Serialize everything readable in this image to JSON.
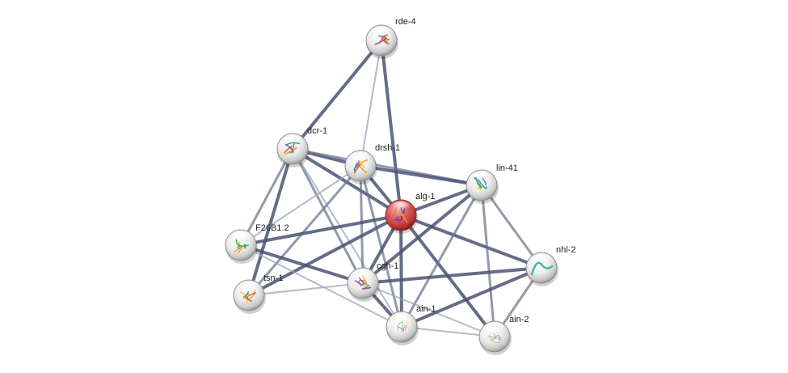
{
  "diagram": {
    "type": "protein-interaction-network",
    "query_node": "alg-1",
    "colors": {
      "edge_strong": "#4a5272",
      "edge_weak": "#9ea3b8",
      "query_node": "#c0393b",
      "node": "#e8e8e8"
    },
    "nodes": [
      {
        "id": "rde-4",
        "label": "rde-4",
        "query": false,
        "structure": "helix-sheet"
      },
      {
        "id": "dcr-1",
        "label": "dcr-1",
        "query": false,
        "structure": "large-complex"
      },
      {
        "id": "drsh-1",
        "label": "drsh-1",
        "query": false,
        "structure": "large-complex"
      },
      {
        "id": "alg-1",
        "label": "alg-1",
        "query": true,
        "structure": "complex"
      },
      {
        "id": "lin-41",
        "label": "lin-41",
        "query": false,
        "structure": "beta-propeller"
      },
      {
        "id": "F26B1.2",
        "label": "F26B1.2",
        "query": false,
        "structure": "helix-sheet"
      },
      {
        "id": "tsn-1",
        "label": "tsn-1",
        "query": false,
        "structure": "beta-barrel"
      },
      {
        "id": "cgh-1",
        "label": "cgh-1",
        "query": false,
        "structure": "helicase"
      },
      {
        "id": "ain-1",
        "label": "ain-1",
        "query": false,
        "structure": "disordered"
      },
      {
        "id": "ain-2",
        "label": "ain-2",
        "query": false,
        "structure": "disordered"
      },
      {
        "id": "nhl-2",
        "label": "nhl-2",
        "query": false,
        "structure": "single-helix"
      }
    ],
    "edges": [
      {
        "source": "rde-4",
        "target": "dcr-1",
        "strength": "strong"
      },
      {
        "source": "rde-4",
        "target": "drsh-1",
        "strength": "weak"
      },
      {
        "source": "rde-4",
        "target": "alg-1",
        "strength": "strong"
      },
      {
        "source": "dcr-1",
        "target": "drsh-1",
        "strength": "strong"
      },
      {
        "source": "dcr-1",
        "target": "alg-1",
        "strength": "strong"
      },
      {
        "source": "dcr-1",
        "target": "lin-41",
        "strength": "medium"
      },
      {
        "source": "dcr-1",
        "target": "F26B1.2",
        "strength": "medium"
      },
      {
        "source": "dcr-1",
        "target": "tsn-1",
        "strength": "strong"
      },
      {
        "source": "dcr-1",
        "target": "cgh-1",
        "strength": "medium"
      },
      {
        "source": "dcr-1",
        "target": "ain-1",
        "strength": "weak"
      },
      {
        "source": "drsh-1",
        "target": "alg-1",
        "strength": "strong"
      },
      {
        "source": "drsh-1",
        "target": "lin-41",
        "strength": "strong"
      },
      {
        "source": "drsh-1",
        "target": "F26B1.2",
        "strength": "weak"
      },
      {
        "source": "drsh-1",
        "target": "tsn-1",
        "strength": "medium"
      },
      {
        "source": "drsh-1",
        "target": "cgh-1",
        "strength": "medium"
      },
      {
        "source": "drsh-1",
        "target": "ain-1",
        "strength": "medium"
      },
      {
        "source": "alg-1",
        "target": "lin-41",
        "strength": "strong"
      },
      {
        "source": "alg-1",
        "target": "F26B1.2",
        "strength": "strong"
      },
      {
        "source": "alg-1",
        "target": "tsn-1",
        "strength": "strong"
      },
      {
        "source": "alg-1",
        "target": "cgh-1",
        "strength": "strong"
      },
      {
        "source": "alg-1",
        "target": "ain-1",
        "strength": "strong"
      },
      {
        "source": "alg-1",
        "target": "ain-2",
        "strength": "strong"
      },
      {
        "source": "alg-1",
        "target": "nhl-2",
        "strength": "strong"
      },
      {
        "source": "lin-41",
        "target": "cgh-1",
        "strength": "strong"
      },
      {
        "source": "lin-41",
        "target": "ain-1",
        "strength": "medium"
      },
      {
        "source": "lin-41",
        "target": "ain-2",
        "strength": "medium"
      },
      {
        "source": "lin-41",
        "target": "nhl-2",
        "strength": "medium"
      },
      {
        "source": "F26B1.2",
        "target": "cgh-1",
        "strength": "strong"
      },
      {
        "source": "F26B1.2",
        "target": "ain-1",
        "strength": "weak"
      },
      {
        "source": "tsn-1",
        "target": "cgh-1",
        "strength": "weak"
      },
      {
        "source": "cgh-1",
        "target": "ain-1",
        "strength": "strong"
      },
      {
        "source": "cgh-1",
        "target": "ain-2",
        "strength": "weak"
      },
      {
        "source": "cgh-1",
        "target": "nhl-2",
        "strength": "strong"
      },
      {
        "source": "ain-1",
        "target": "ain-2",
        "strength": "weak"
      },
      {
        "source": "ain-1",
        "target": "nhl-2",
        "strength": "strong"
      },
      {
        "source": "ain-2",
        "target": "nhl-2",
        "strength": "medium"
      }
    ]
  }
}
